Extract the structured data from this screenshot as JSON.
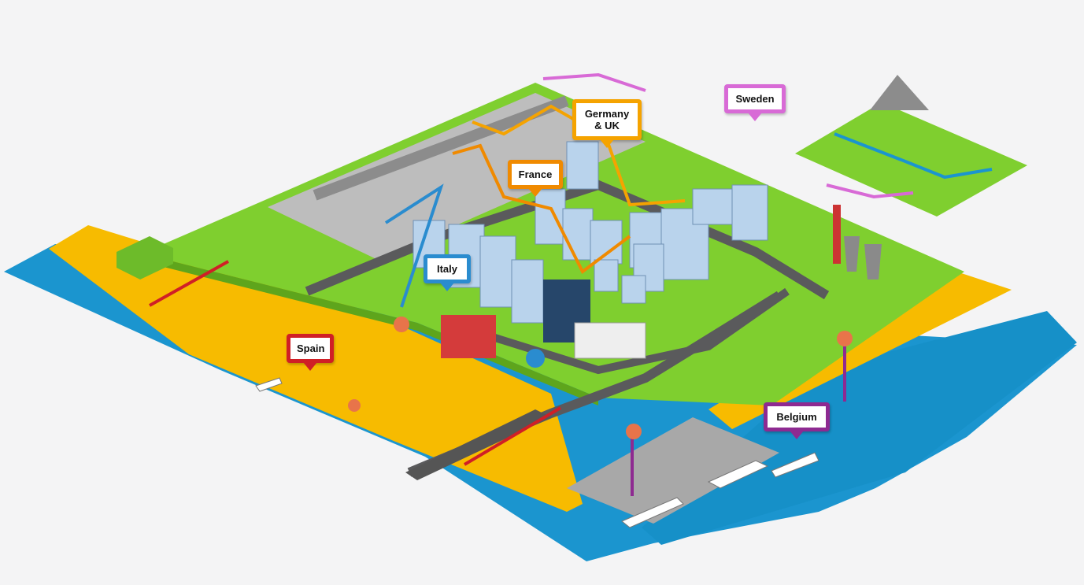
{
  "regions": [
    {
      "id": "germany-uk",
      "label": "Germany\n& UK",
      "color": "#f5a300"
    },
    {
      "id": "sweden",
      "label": "Sweden",
      "color": "#d86ad6"
    },
    {
      "id": "france",
      "label": "France",
      "color": "#f08a00"
    },
    {
      "id": "italy",
      "label": "Italy",
      "color": "#2a8ccf"
    },
    {
      "id": "spain",
      "label": "Spain",
      "color": "#d01f26"
    },
    {
      "id": "belgium",
      "label": "Belgium",
      "color": "#8e2a91"
    }
  ],
  "colors": {
    "background": "#f4f4f5",
    "sea": "#1b95cf",
    "sea_light": "#3fb2e3",
    "sand": "#f7bb00",
    "grass": "#7fcf2f",
    "grass_dark": "#5ea51c",
    "road": "#5a5a5c",
    "building": "#b9d3ec",
    "building_dark": "#6f90b5"
  }
}
